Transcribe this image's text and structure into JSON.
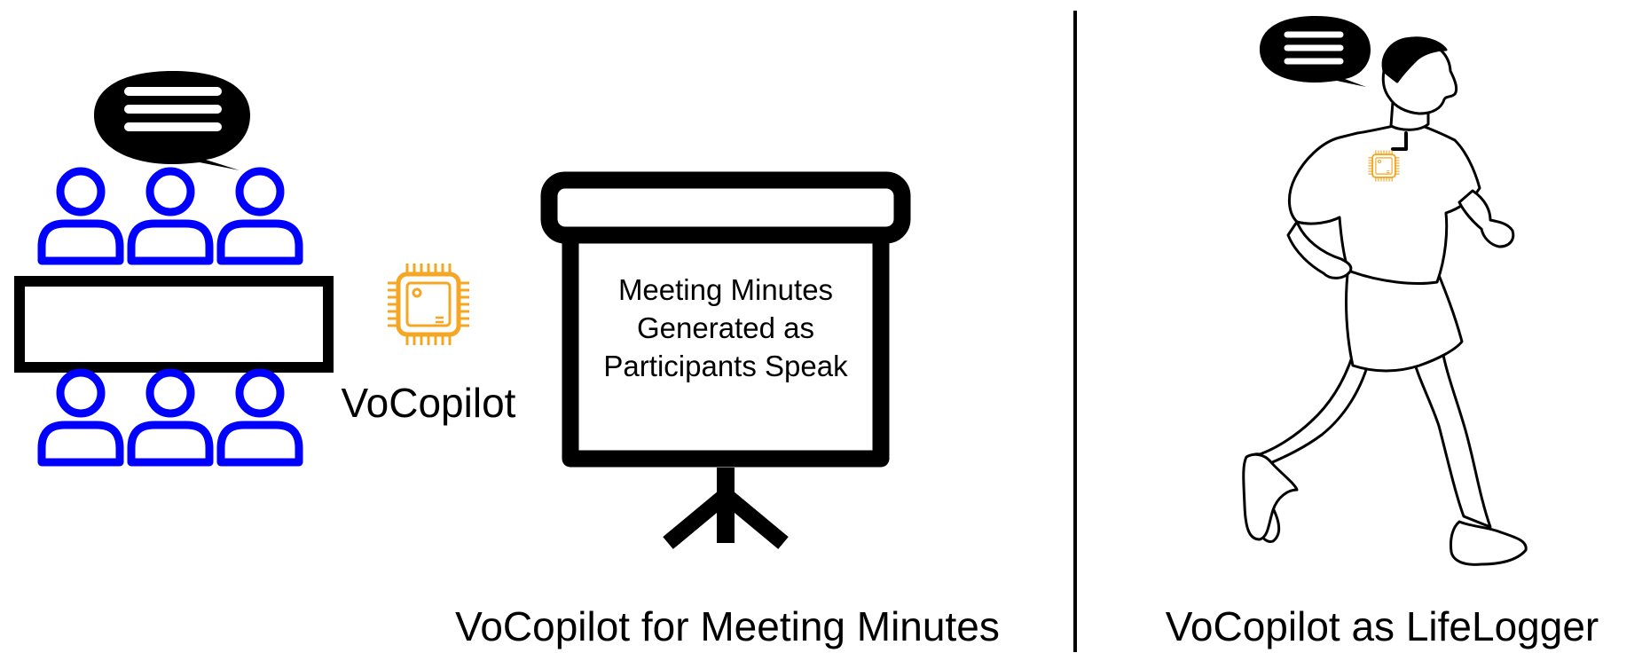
{
  "left_panel": {
    "chip_label": "VoCopilot",
    "screen_text": [
      "Meeting Minutes",
      "Generated as",
      "Participants Speak"
    ],
    "caption": "VoCopilot for Meeting Minutes"
  },
  "right_panel": {
    "caption": "VoCopilot as LifeLogger"
  },
  "colors": {
    "participants": "#0000ff",
    "chip": "#f5a623",
    "ink": "#000000"
  }
}
